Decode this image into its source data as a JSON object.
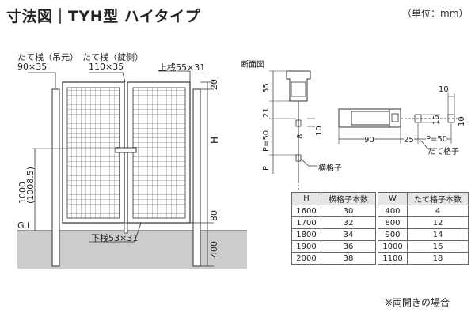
{
  "title": "寸法図｜TYH型 ハイタイプ",
  "unit_note": "（単位：mm）",
  "front_view": {
    "label_post_hinge": "たて桟（吊元）",
    "label_post_hinge_size": "90×35",
    "label_post_latch": "たて桟（錠側）",
    "label_post_latch_size": "110×35",
    "label_top_rail": "上桟55×31",
    "label_bottom_rail": "下桟53×31",
    "label_ground": "G.L",
    "dim_h": "H",
    "dim_20": "20",
    "dim_80": "80",
    "dim_400": "400",
    "dim_1000": "1000",
    "dim_1008": "(1008.5)"
  },
  "section_view": {
    "title": "断面図",
    "dim_55": "55",
    "dim_21": "21",
    "dim_p50": "P=50",
    "dim_8": "8",
    "dim_10": "10",
    "dim_p": "P",
    "label_horizontal_bar": "横格子",
    "dim_10_top": "10",
    "dim_15": "15",
    "dim_10_right": "10",
    "dim_90": "90",
    "dim_25": "25",
    "dim_p50_right": "P=50",
    "label_vertical_bar": "たて格子"
  },
  "table_h": {
    "headers": [
      "H",
      "横格子本数"
    ],
    "rows": [
      [
        "1600",
        "30"
      ],
      [
        "1700",
        "32"
      ],
      [
        "1800",
        "34"
      ],
      [
        "1900",
        "36"
      ],
      [
        "2000",
        "38"
      ]
    ]
  },
  "table_w": {
    "headers": [
      "W",
      "たて格子本数"
    ],
    "rows": [
      [
        "400",
        "4"
      ],
      [
        "800",
        "12"
      ],
      [
        "900",
        "14"
      ],
      [
        "1000",
        "16"
      ],
      [
        "1100",
        "18"
      ]
    ]
  },
  "footnote": "※両開きの場合",
  "colors": {
    "ground": "#cccccc",
    "line": "#333333",
    "mesh": "#8a8a8a"
  }
}
